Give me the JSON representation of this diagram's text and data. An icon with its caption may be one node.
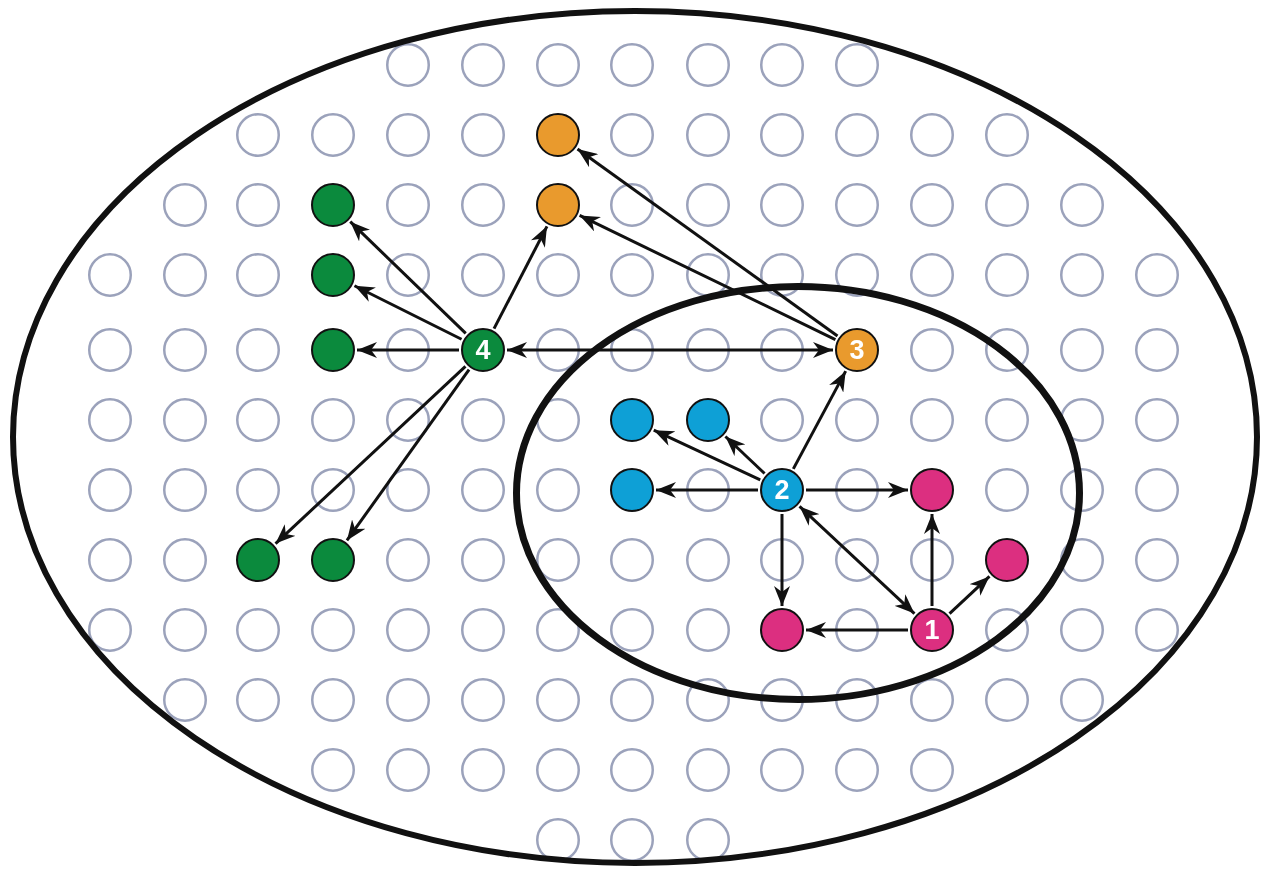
{
  "diagram": {
    "nodes": [
      {
        "text": [],
        "shape": "ellipse"
      },
      {
        "text": [],
        "shape": "ellipse",
        "in": 0
      },
      {
        "text": [],
        "shape": "circle",
        "in": 0
      },
      {
        "text": [],
        "shape": "circle",
        "in": 0
      },
      {
        "text": [],
        "shape": "circle",
        "in": 0
      },
      {
        "text": [],
        "shape": "circle",
        "in": 0
      },
      {
        "text": [],
        "shape": "circle",
        "in": 0
      },
      {
        "text": [
          "4"
        ],
        "in": 0
      },
      {
        "text": [
          "3"
        ],
        "in": 1
      },
      {
        "text": [],
        "shape": "circle",
        "in": 1
      },
      {
        "text": [],
        "shape": "circle",
        "in": 1
      },
      {
        "text": [],
        "shape": "circle",
        "in": 1
      },
      {
        "text": [
          "2"
        ],
        "in": 1
      },
      {
        "text": [],
        "shape": "circle",
        "in": 1
      },
      {
        "text": [],
        "shape": "circle",
        "in": 0
      },
      {
        "text": [],
        "shape": "circle",
        "in": 0
      },
      {
        "text": [],
        "shape": "circle",
        "in": 1
      },
      {
        "text": [],
        "shape": "circle",
        "in": 1
      },
      {
        "text": [
          "1"
        ],
        "in": 1
      }
    ],
    "edges": [
      {
        "from": 7,
        "to": 3,
        "arrow": "to"
      },
      {
        "from": 7,
        "to": 5,
        "arrow": "to"
      },
      {
        "from": 7,
        "to": 6,
        "arrow": "to"
      },
      {
        "from": 7,
        "to": 4,
        "arrow": "to"
      },
      {
        "from": 7,
        "to": 14,
        "arrow": "to"
      },
      {
        "from": 7,
        "to": 15,
        "arrow": "to"
      },
      {
        "from": 7,
        "to": 8,
        "arrow": "both"
      },
      {
        "from": 8,
        "to": 2,
        "arrow": "to"
      },
      {
        "from": 8,
        "to": 4,
        "arrow": "to"
      },
      {
        "from": 12,
        "to": 8,
        "arrow": "to"
      },
      {
        "from": 12,
        "to": 9,
        "arrow": "to"
      },
      {
        "from": 12,
        "to": 10,
        "arrow": "to"
      },
      {
        "from": 12,
        "to": 11,
        "arrow": "to"
      },
      {
        "from": 12,
        "to": 13,
        "arrow": "to"
      },
      {
        "from": 12,
        "to": 17,
        "arrow": "to"
      },
      {
        "from": 18,
        "to": 12,
        "arrow": "both"
      },
      {
        "from": 18,
        "to": 13,
        "arrow": "to"
      },
      {
        "from": 18,
        "to": 16,
        "arrow": "to"
      },
      {
        "from": 18,
        "to": 17,
        "arrow": "to"
      }
    ]
  }
}
